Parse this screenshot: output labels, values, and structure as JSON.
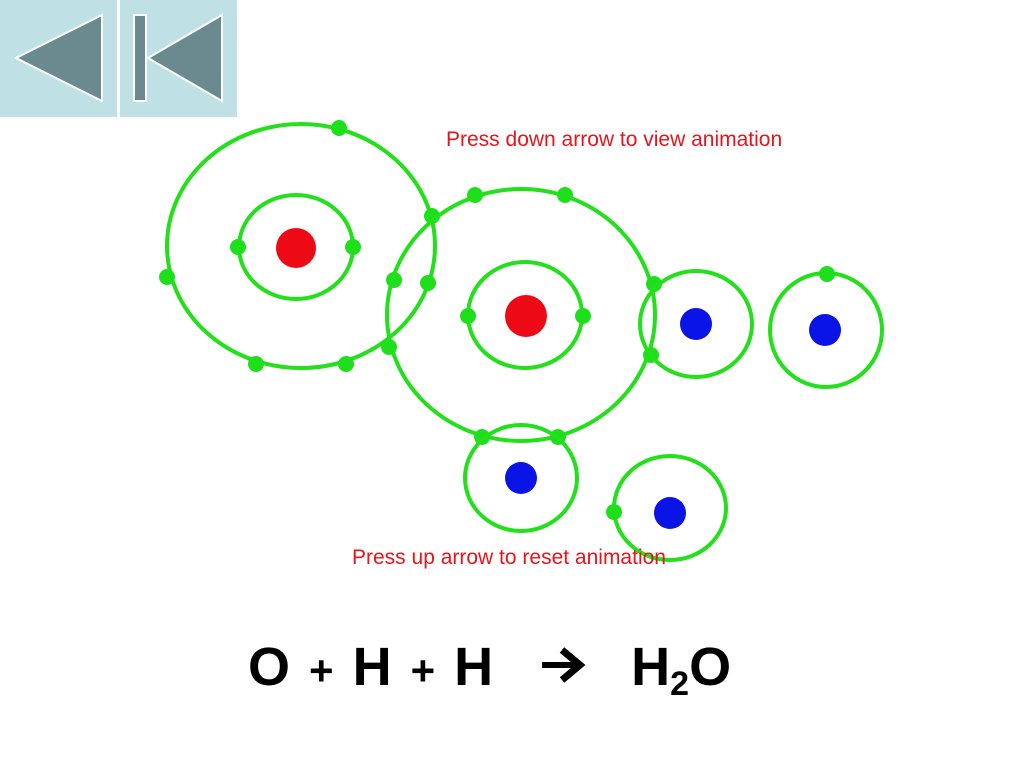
{
  "nav": {
    "back_icon": "triangle-left-icon",
    "first_icon": "skip-to-first-icon"
  },
  "instructions": {
    "down": "Press down arrow to view animation",
    "up": "Press up arrow to reset animation"
  },
  "equation": {
    "term1": "O",
    "plus1": "+",
    "term2": "H",
    "plus2": "+",
    "term3": "H",
    "arrow_icon": "arrow-right-icon",
    "product_element1": "H",
    "product_subscript": "2",
    "product_element2": "O"
  },
  "colors": {
    "orbit": "#22e01a",
    "electron": "#1ee01a",
    "oxygen_nucleus": "#ee0a14",
    "hydrogen_nucleus": "#0a14e6",
    "instruction_text": "#e8141b",
    "nav_background": "#bfe0e5",
    "nav_icon": "#6a8a8f"
  }
}
